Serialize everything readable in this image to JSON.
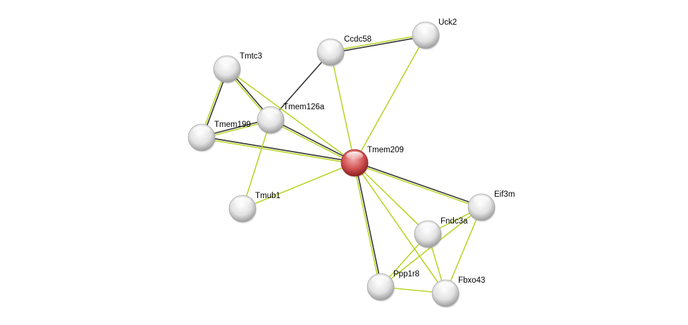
{
  "network": {
    "query_protein": "Tmem209",
    "colors": {
      "query_node": "#c83a3a",
      "node": "#e4e4e4",
      "edge_green": "#b8d629",
      "edge_dark": "#333333"
    },
    "nodes": [
      {
        "id": "Uck2",
        "label": "Uck2"
      },
      {
        "id": "Ccdc58",
        "label": "Ccdc58"
      },
      {
        "id": "Tmtc3",
        "label": "Tmtc3"
      },
      {
        "id": "Tmem126a",
        "label": "Tmem126a"
      },
      {
        "id": "Tmem199",
        "label": "Tmem199"
      },
      {
        "id": "Tmem209",
        "label": "Tmem209"
      },
      {
        "id": "Tmub1",
        "label": "Tmub1"
      },
      {
        "id": "Eif3m",
        "label": "Eif3m"
      },
      {
        "id": "Fndc3a",
        "label": "Fndc3a"
      },
      {
        "id": "Ppp1r8",
        "label": "Ppp1r8"
      },
      {
        "id": "Fbxo43",
        "label": "Fbxo43"
      }
    ],
    "edges": [
      {
        "a": "Uck2",
        "b": "Ccdc58",
        "types": [
          "dark",
          "green"
        ]
      },
      {
        "a": "Uck2",
        "b": "Tmem209",
        "types": [
          "green"
        ]
      },
      {
        "a": "Ccdc58",
        "b": "Tmem126a",
        "types": [
          "dark"
        ]
      },
      {
        "a": "Ccdc58",
        "b": "Tmem209",
        "types": [
          "green"
        ]
      },
      {
        "a": "Tmtc3",
        "b": "Tmem199",
        "types": [
          "dark",
          "green"
        ]
      },
      {
        "a": "Tmtc3",
        "b": "Tmem126a",
        "types": [
          "dark",
          "green"
        ]
      },
      {
        "a": "Tmtc3",
        "b": "Tmem209",
        "types": [
          "green"
        ]
      },
      {
        "a": "Tmem199",
        "b": "Tmem126a",
        "types": [
          "dark",
          "green"
        ]
      },
      {
        "a": "Tmem126a",
        "b": "Tmem209",
        "types": [
          "dark",
          "green"
        ]
      },
      {
        "a": "Tmem199",
        "b": "Tmem209",
        "types": [
          "dark",
          "green"
        ]
      },
      {
        "a": "Tmem126a",
        "b": "Tmub1",
        "types": [
          "green"
        ]
      },
      {
        "a": "Tmub1",
        "b": "Tmem209",
        "types": [
          "green"
        ]
      },
      {
        "a": "Tmem209",
        "b": "Eif3m",
        "types": [
          "dark",
          "green"
        ]
      },
      {
        "a": "Tmem209",
        "b": "Fndc3a",
        "types": [
          "green"
        ]
      },
      {
        "a": "Tmem209",
        "b": "Ppp1r8",
        "types": [
          "dark",
          "green"
        ]
      },
      {
        "a": "Tmem209",
        "b": "Fbxo43",
        "types": [
          "green"
        ]
      },
      {
        "a": "Eif3m",
        "b": "Fndc3a",
        "types": [
          "green"
        ]
      },
      {
        "a": "Eif3m",
        "b": "Ppp1r8",
        "types": [
          "green"
        ]
      },
      {
        "a": "Eif3m",
        "b": "Fbxo43",
        "types": [
          "green"
        ]
      },
      {
        "a": "Fndc3a",
        "b": "Ppp1r8",
        "types": [
          "green"
        ]
      },
      {
        "a": "Fndc3a",
        "b": "Fbxo43",
        "types": [
          "green"
        ]
      },
      {
        "a": "Ppp1r8",
        "b": "Fbxo43",
        "types": [
          "green"
        ]
      }
    ]
  }
}
